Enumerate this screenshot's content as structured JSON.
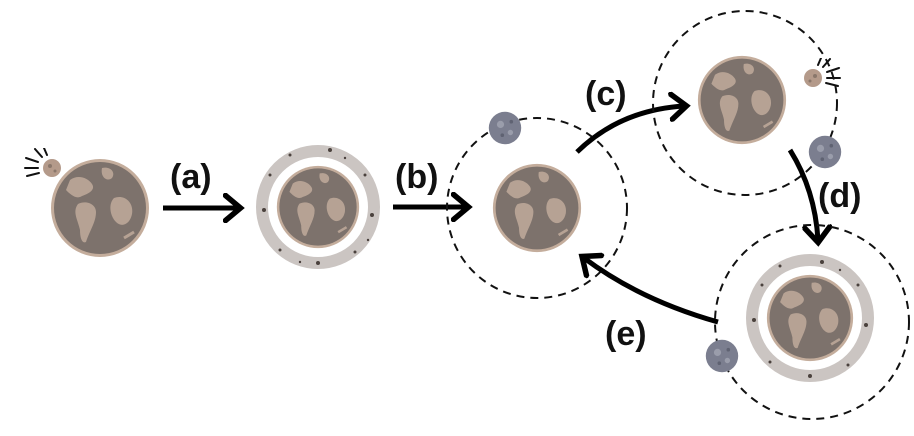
{
  "labels": {
    "a": "(a)",
    "b": "(b)",
    "c": "(c)",
    "d": "(d)",
    "e": "(e)"
  },
  "colors": {
    "ocean": "#7d726c",
    "land": "#b6a294",
    "rim": "#c4ad9c",
    "ring": "#cbc5c2",
    "moon": "#7b7e8f",
    "impactor": "#b49a8a",
    "arrow": "#000000"
  }
}
